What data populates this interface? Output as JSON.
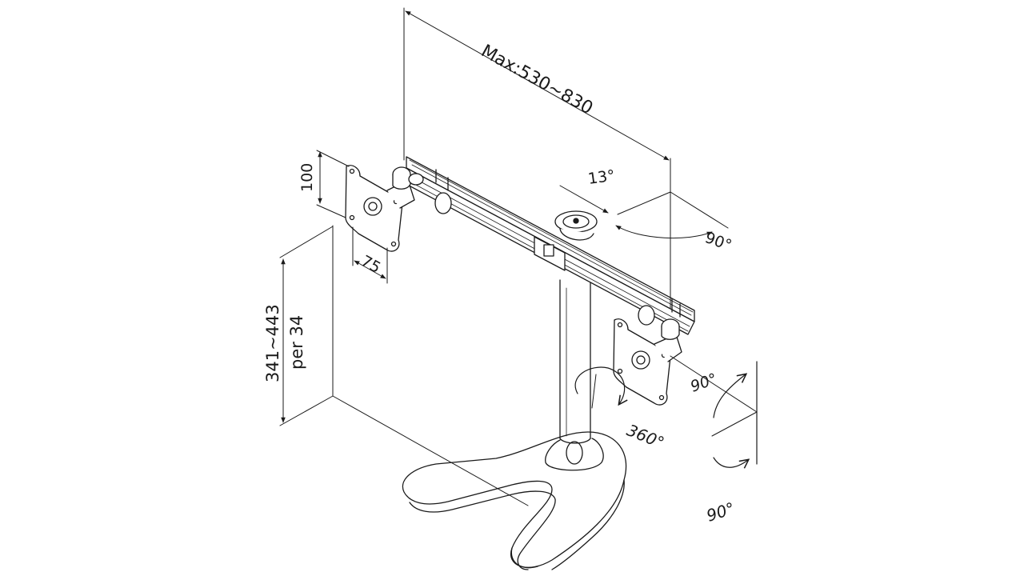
{
  "diagram": {
    "max_width_label": "Max:530~830",
    "tilt_angle_label": "13°",
    "swivel_angle_label": "90°",
    "vesa_height_label": "100",
    "vesa_width_label": "75",
    "height_range_label": "341~443",
    "height_step_label": "per 34",
    "rotation_label": "360°",
    "side_tilt_label": "90°",
    "bottom_tilt_label": "90°"
  },
  "colors": {
    "line": "#1a1a1a",
    "fill": "#ffffff",
    "light_fill": "#f2f2f2"
  },
  "icons": {
    "rotate_arrow": "curved-arrow-icon",
    "tilt_arrow": "curved-arrow-icon"
  }
}
